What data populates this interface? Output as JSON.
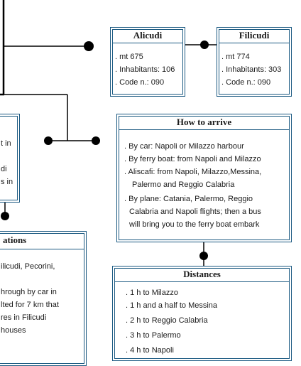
{
  "alicudi": {
    "title": "Alicudi",
    "items": [
      "mt 675",
      "Inhabitants: 106",
      "Code n.: 090"
    ]
  },
  "filicudi": {
    "title": "Filicudi",
    "items": [
      "mt 774",
      "Inhabitants: 303",
      "Code n.: 090"
    ]
  },
  "how_to_arrive": {
    "title": "How to arrive",
    "items": [
      "By car:   Napoli or Milazzo harbour",
      "By ferry boat: from Napoli and Milazzo",
      "Aliscafi: from Napoli, Milazzo,Messina,",
      "Palermo and Reggio Calabria",
      "By plane: Catania, Palermo, Reggio",
      "Calabria and Napoli flights; then a bus",
      "will bring you to the ferry boat embark"
    ]
  },
  "distances": {
    "title": "Distances",
    "items": [
      "1 h to Milazzo",
      "1 h and a half to Messina",
      "2 h to Reggio Calabria",
      "3 h to Palermo",
      "4 h to Napoli"
    ]
  },
  "left_fragment": {
    "items": [
      "t in",
      "di",
      "s in"
    ]
  },
  "locations_fragment": {
    "title": "ations",
    "items": [
      "ilicudi, Pecorini,",
      "hrough by car in",
      "lted for  7 km that",
      "res in Filicudi",
      " houses"
    ]
  }
}
